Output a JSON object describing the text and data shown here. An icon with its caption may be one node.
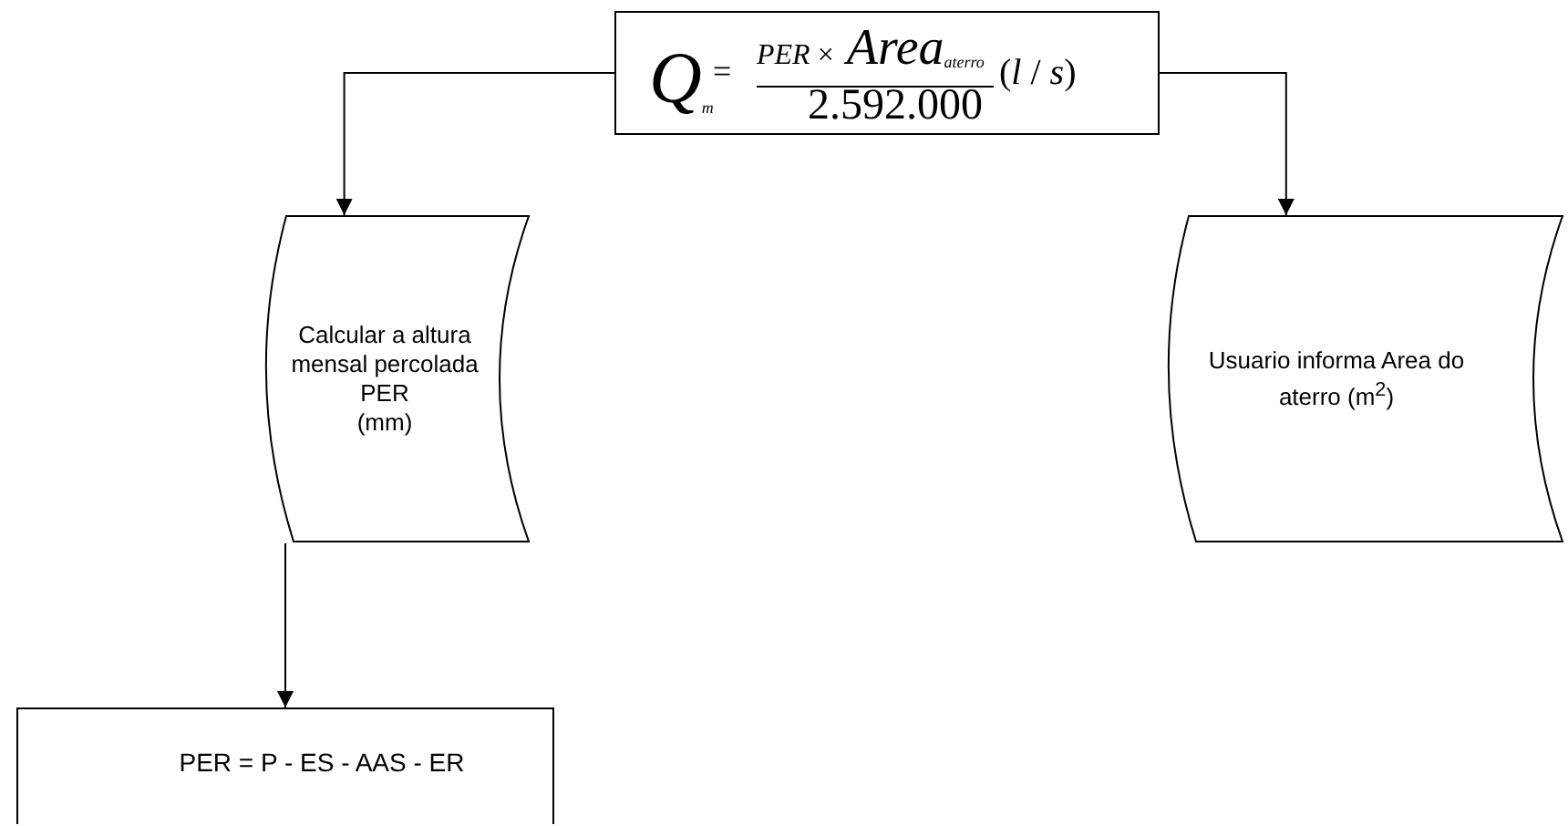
{
  "diagram": {
    "nodes": [
      {
        "text": [
          "*Q*$_{m}$",
          "=",
          "*PER* × *Area*$_{aterro}$",
          "2.592.000",
          "(*l* / *s*)"
        ]
      },
      {
        "text": [
          "Calcular a altura mensal percolada",
          "PER",
          "(mm)"
        ]
      },
      {
        "text": [
          "Usuario informa Area do aterro (m$^{2}$)"
        ]
      },
      {
        "text": [
          "PER = P - ES - AAS - ER"
        ]
      }
    ],
    "edges": [
      {
        "from": 0,
        "to": 1,
        "arrow": "to"
      },
      {
        "from": 0,
        "to": 2,
        "arrow": "to"
      },
      {
        "from": 1,
        "to": 3,
        "arrow": "to"
      }
    ]
  }
}
